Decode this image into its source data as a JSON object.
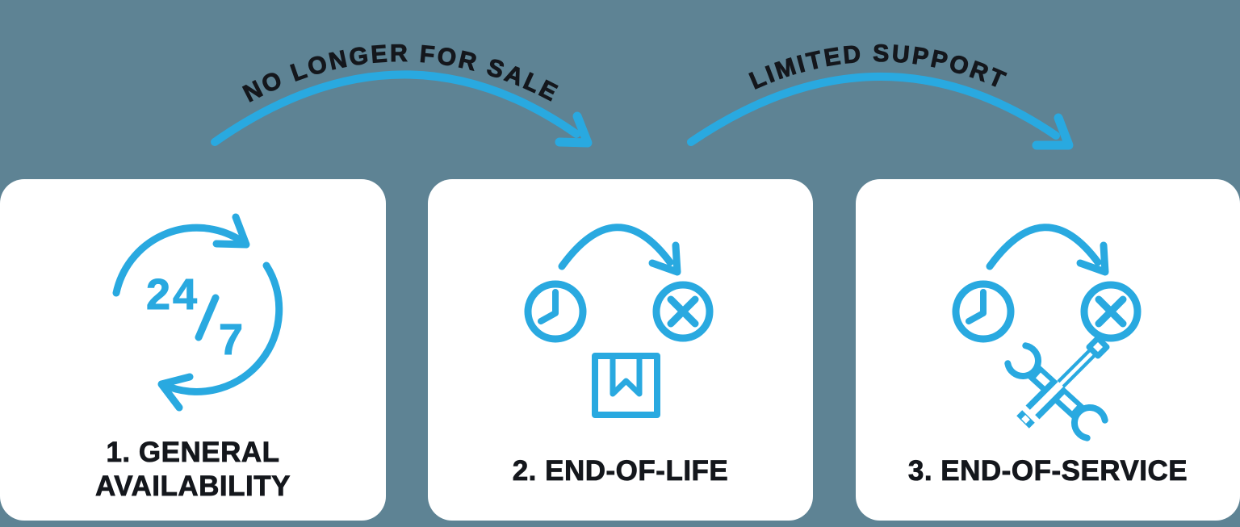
{
  "colors": {
    "background": "#5E8394",
    "card": "#FFFFFF",
    "accent": "#29A9E0",
    "ink": "#14171C"
  },
  "transitions": [
    {
      "label": "NO LONGER FOR SALE"
    },
    {
      "label": "LIMITED SUPPORT"
    }
  ],
  "stages": [
    {
      "label": "1. GENERAL\nAVAILABILITY",
      "icon": "24-7-cycle-icon"
    },
    {
      "label": "2. END-OF-LIFE",
      "icon": "clock-cancel-box-icon"
    },
    {
      "label": "3. END-OF-SERVICE",
      "icon": "clock-cancel-tools-icon"
    }
  ],
  "icon_text": {
    "day": "24",
    "separator": "/",
    "week": "7"
  }
}
